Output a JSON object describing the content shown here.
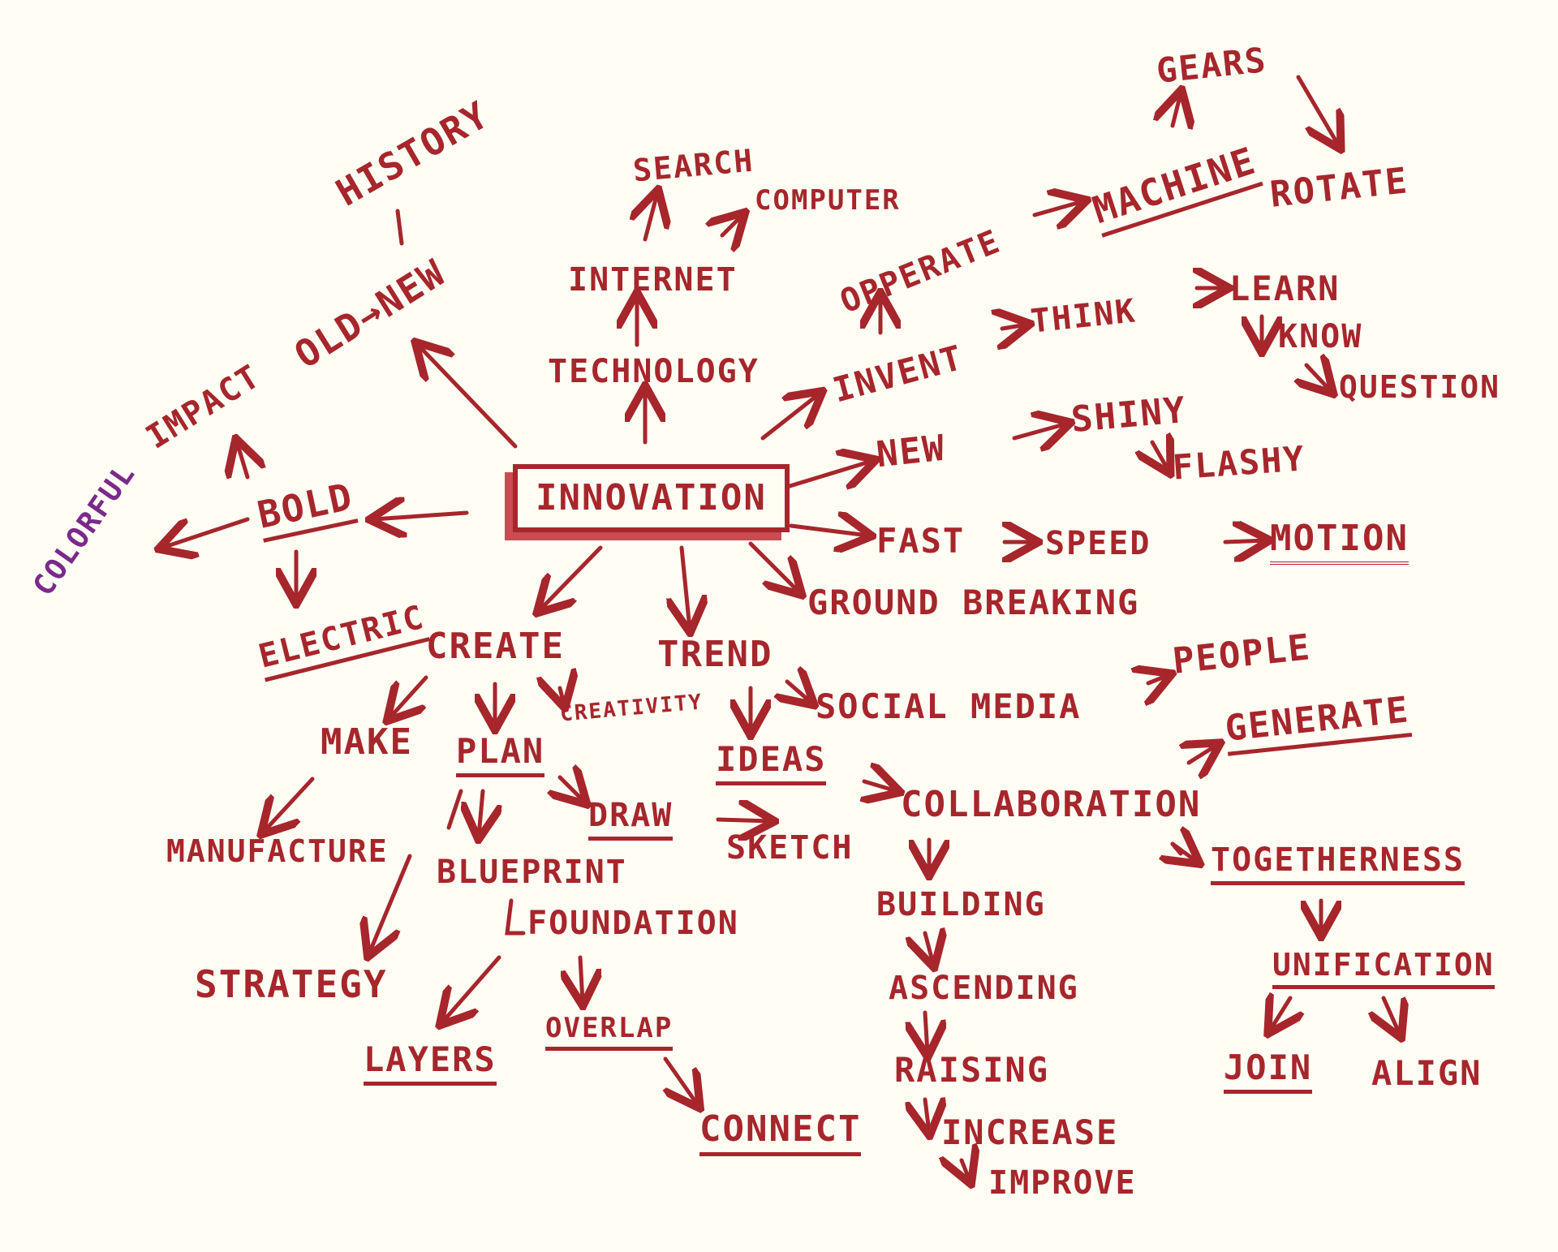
{
  "header_scribble": "",
  "center": "INNOVATION",
  "words": {
    "history": "HISTORY",
    "old_new": "OLD→NEW",
    "impact": "IMPACT",
    "colorful": "COLORFUL",
    "bold": "BOLD",
    "electric": "ELECTRIC",
    "search": "SEARCH",
    "computer": "COMPUTER",
    "internet": "INTERNET",
    "technology": "TECHNOLOGY",
    "gears": "GEARS",
    "machine": "MACHINE",
    "rotate": "ROTATE",
    "opperate": "OPPERATE",
    "invent": "INVENT",
    "think": "THINK",
    "learn": "LEARN",
    "know": "KNOW",
    "question": "QUESTION",
    "new": "NEW",
    "shiny": "SHINY",
    "flashy": "FLASHY",
    "fast": "FAST",
    "speed": "SPEED",
    "motion": "MOTION",
    "ground_breaking": "GROUND BREAKING",
    "create": "CREATE",
    "trend": "TREND",
    "people": "PEOPLE",
    "social_media": "SOCIAL MEDIA",
    "make": "MAKE",
    "plan": "PLAN",
    "creativity": "CREATIVITY",
    "ideas": "IDEAS",
    "generate": "GENERATE",
    "collaboration": "COLLABORATION",
    "manufacture": "MANUFACTURE",
    "draw": "DRAW",
    "sketch": "SKETCH",
    "blueprint": "BLUEPRINT",
    "togetherness": "TOGETHERNESS",
    "foundation": "FOUNDATION",
    "building": "BUILDING",
    "strategy": "STRATEGY",
    "unification": "UNIFICATION",
    "ascending": "ASCENDING",
    "layers": "LAYERS",
    "overlap": "OVERLAP",
    "raising": "RAISING",
    "join": "JOIN",
    "align": "ALIGN",
    "connect": "CONNECT",
    "increase": "INCREASE",
    "improve": "IMPROVE"
  },
  "colors": {
    "ink": "#a6262c",
    "ink_dark": "#8e1d23",
    "paper": "#fffdf4",
    "purple_ink": "#7a2a8a"
  }
}
